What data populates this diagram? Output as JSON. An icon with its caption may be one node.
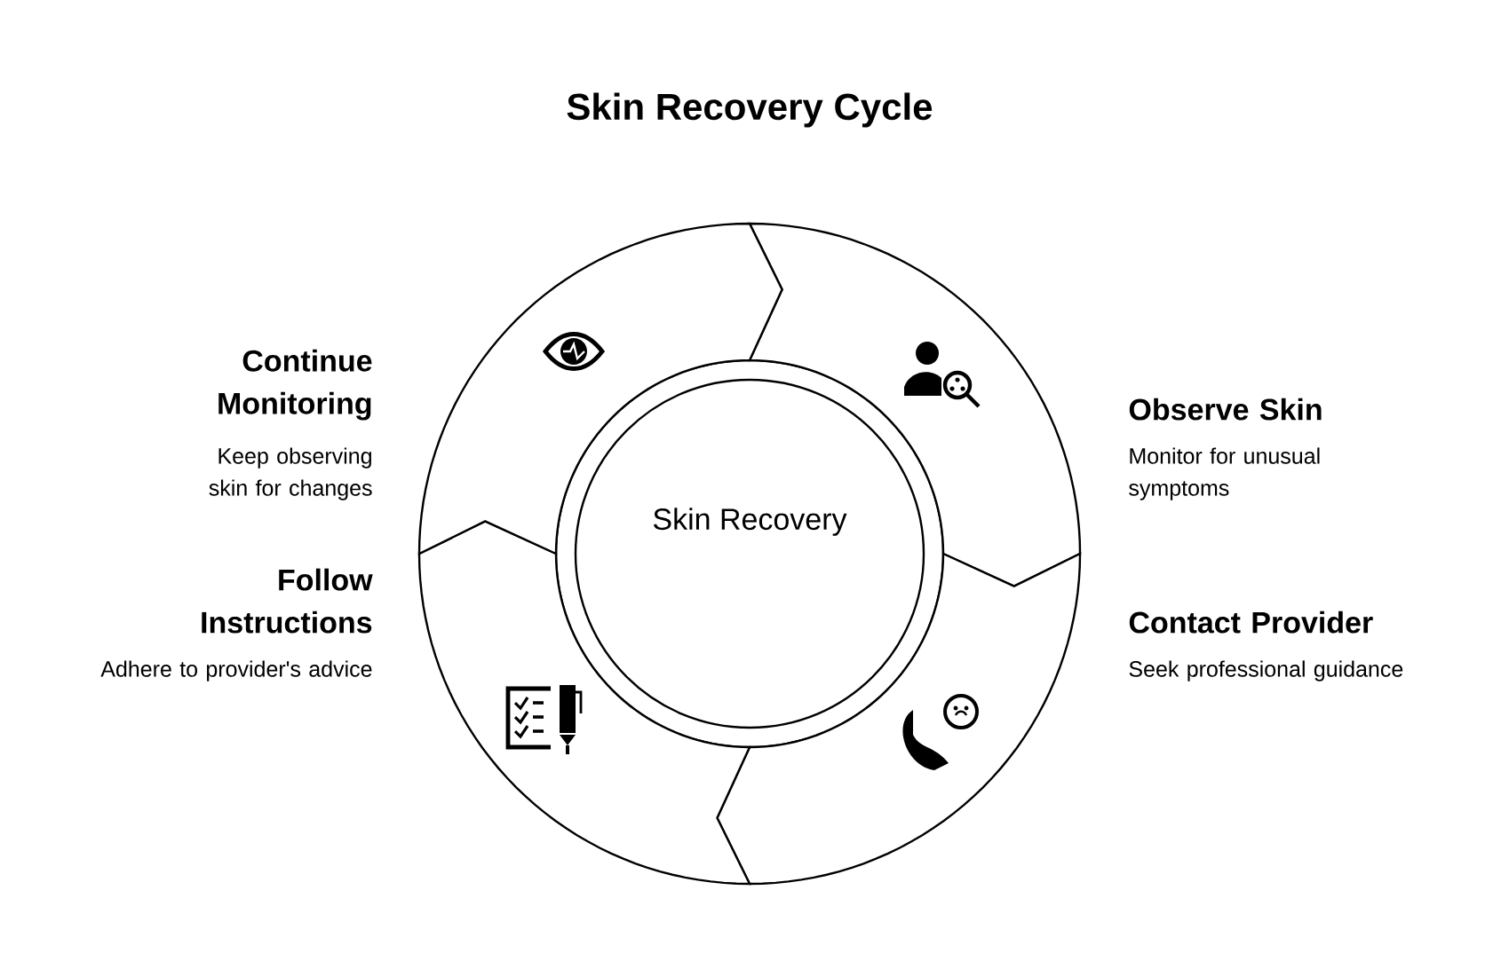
{
  "diagram": {
    "title": "Skin Recovery Cycle",
    "nodes": [
      {
        "text": [
          "Skin Recovery"
        ]
      },
      {
        "text": [
          "Observe Skin",
          "Monitor for unusual symptoms"
        ]
      },
      {
        "text": [
          "Contact Provider",
          "Seek professional guidance"
        ]
      },
      {
        "text": [
          "Follow Instructions",
          "Adhere to provider's advice"
        ]
      },
      {
        "text": [
          "Continue Monitoring",
          "Keep observing skin for changes"
        ]
      }
    ]
  }
}
